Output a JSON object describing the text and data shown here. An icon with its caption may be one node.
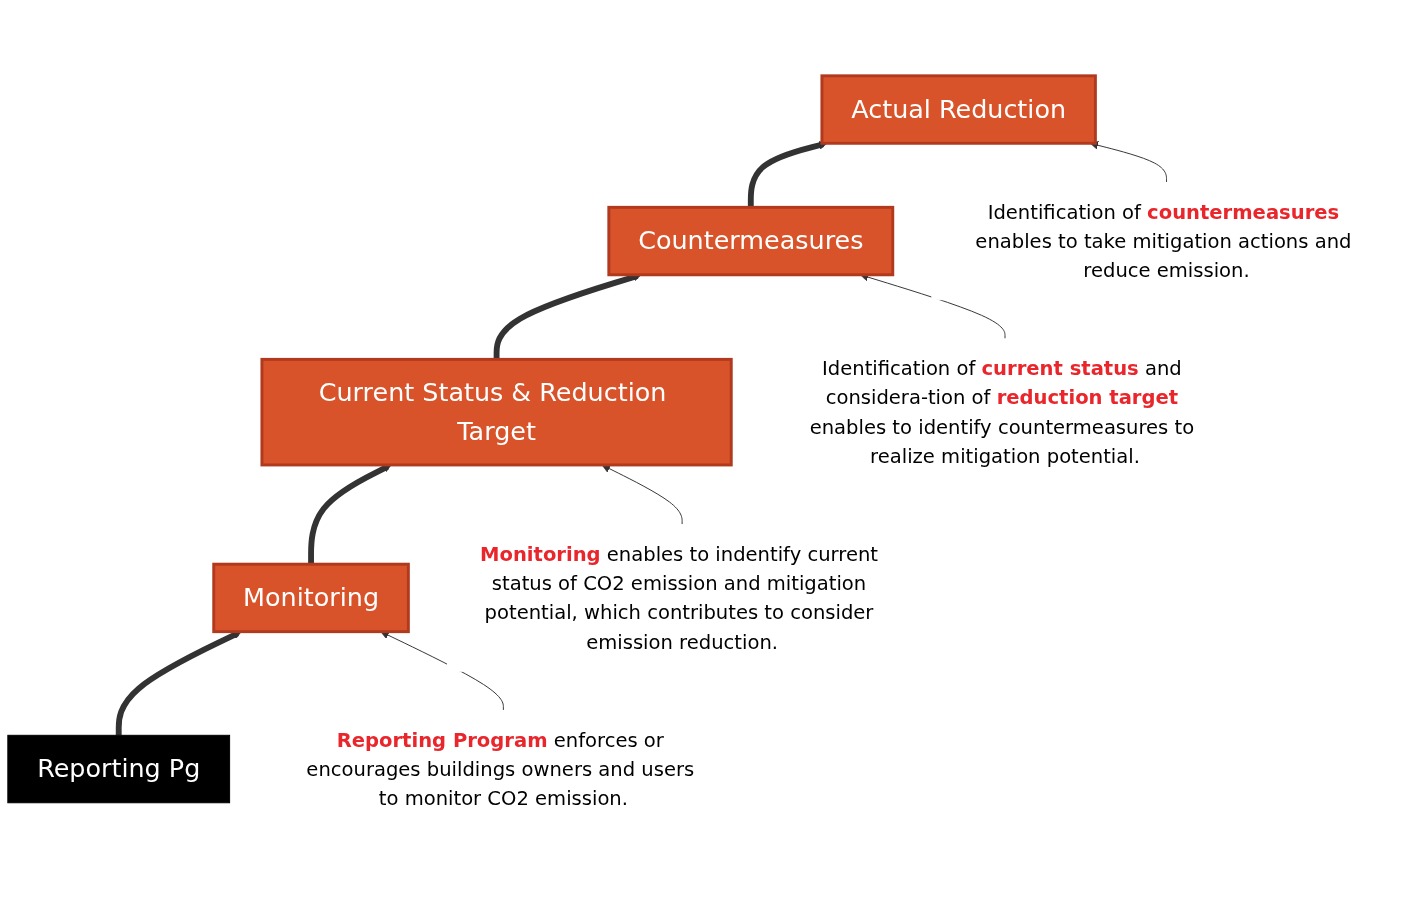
{
  "diagram": {
    "nodes": [
      {
        "text": [
          "Actual Reduction"
        ]
      },
      {
        "text": [
          "Countermeasures"
        ]
      },
      {
        "text": [
          "Current Status & Reduction Target"
        ]
      },
      {
        "text": [
          "Monitoring"
        ]
      },
      {
        "text": [
          "Reporting Pg"
        ]
      },
      {
        "text": [
          "Identification of **countermeasures** enables to take mitigation actions and reduce emission."
        ]
      },
      {
        "text": [
          "Identification of **current status** and considera-tion of **reduction target** enables to identify countermeasures to realize mitigation potential."
        ]
      },
      {
        "text": [
          "**Monitoring** enables to indentify current status of CO2 emission and mitigation potential, which contributes to consider emission reduction."
        ]
      },
      {
        "text": [
          "**Reporting Program** enforces or encourages buildings owners and users to monitor CO2 emission."
        ]
      }
    ],
    "edges": [
      {
        "from": 4,
        "to": 3,
        "arrow": "to",
        "style": "thick"
      },
      {
        "from": 3,
        "to": 2,
        "arrow": "to",
        "style": "thick"
      },
      {
        "from": 2,
        "to": 1,
        "arrow": "to",
        "style": "thick"
      },
      {
        "from": 1,
        "to": 0,
        "arrow": "to",
        "style": "thick"
      },
      {
        "from": 5,
        "to": 0,
        "arrow": "to"
      },
      {
        "from": 6,
        "to": 1,
        "arrow": "to"
      },
      {
        "from": 7,
        "to": 2,
        "arrow": "to"
      },
      {
        "from": 8,
        "to": 3,
        "arrow": "to"
      }
    ]
  }
}
